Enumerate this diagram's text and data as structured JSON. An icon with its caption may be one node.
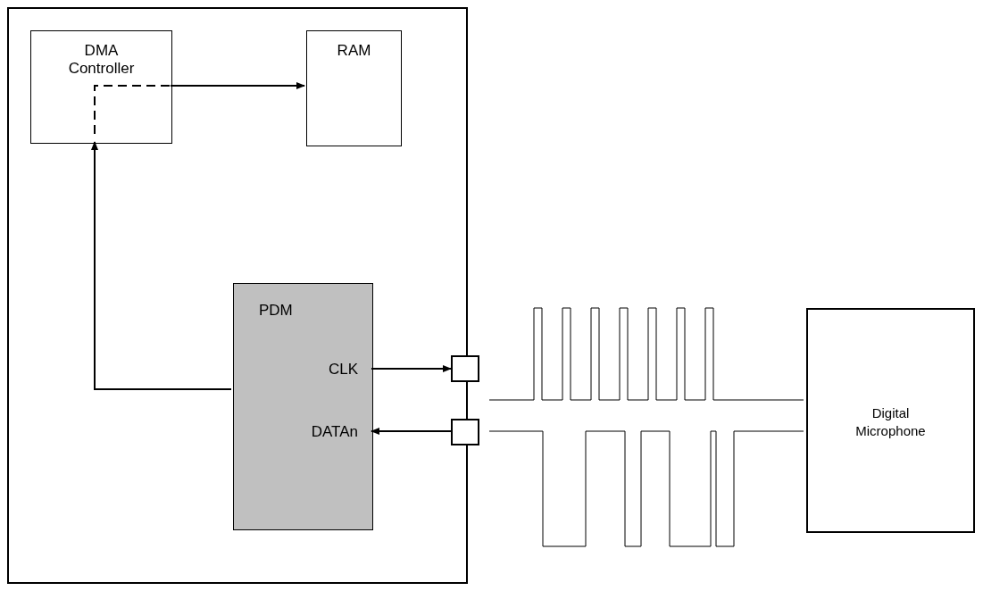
{
  "diagram": {
    "nodes": [
      {
        "text": [],
        "shape": "box"
      },
      {
        "text": [
          "DMA Controller"
        ],
        "in": 0
      },
      {
        "text": [
          "RAM"
        ],
        "in": 0
      },
      {
        "text": [
          "PDM",
          "CLK",
          "DATAn"
        ],
        "in": 0
      },
      {
        "text": [],
        "shape": "box"
      },
      {
        "text": [],
        "shape": "box"
      },
      {
        "text": [
          "Digital Microphone"
        ]
      }
    ],
    "edges": [
      {
        "from": 3,
        "to": 1,
        "arrow": "to"
      },
      {
        "from": 1,
        "to": 2,
        "arrow": "to"
      },
      {
        "from": 3,
        "to": 4,
        "arrow": "to"
      },
      {
        "from": 5,
        "to": 3,
        "arrow": "to"
      }
    ]
  }
}
